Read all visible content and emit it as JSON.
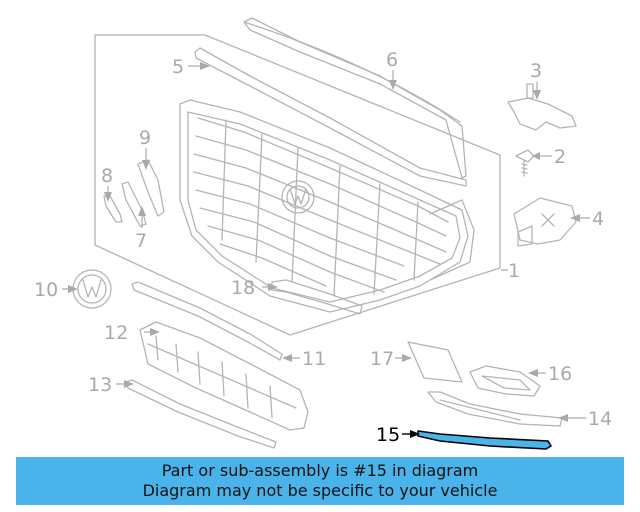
{
  "callouts": {
    "c1": "1",
    "c2": "2",
    "c3": "3",
    "c4": "4",
    "c5": "5",
    "c6": "6",
    "c7": "7",
    "c8": "8",
    "c9": "9",
    "c10": "10",
    "c11": "11",
    "c12": "12",
    "c13": "13",
    "c14": "14",
    "c15": "15",
    "c16": "16",
    "c17": "17",
    "c18": "18"
  },
  "highlighted_part": "15",
  "colors": {
    "banner": "#4ab4ea",
    "highlight_fill": "#4ab4ea",
    "part_lines": "#b4b4b4"
  },
  "banner": {
    "line1": "Part or sub-assembly is #15 in diagram",
    "line2": "Diagram may not be specific to your vehicle"
  }
}
